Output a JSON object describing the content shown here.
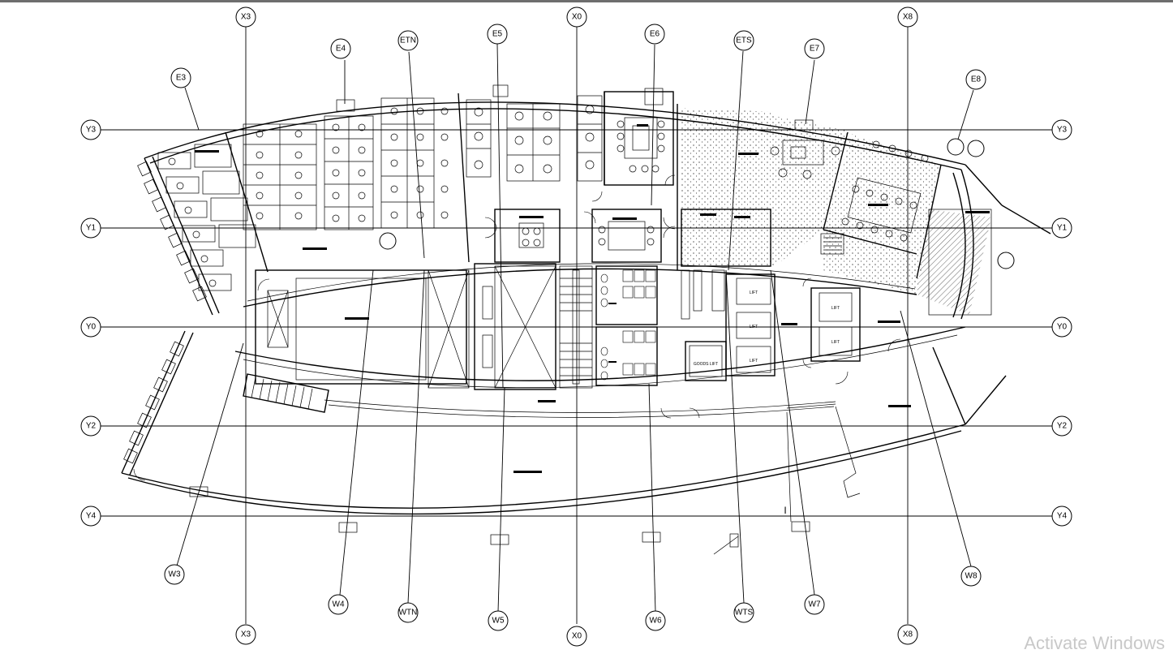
{
  "grid": {
    "vertical": [
      {
        "id": "X3",
        "top": "X3",
        "bottom": "X3"
      },
      {
        "id": "X0",
        "top": "X0",
        "bottom": "X0"
      },
      {
        "id": "X8",
        "top": "X8",
        "bottom": "X8"
      }
    ],
    "horizontal": [
      {
        "id": "Y3",
        "left": "Y3",
        "right": "Y3"
      },
      {
        "id": "Y1",
        "left": "Y1",
        "right": "Y1"
      },
      {
        "id": "Y0",
        "left": "Y0",
        "right": "Y0"
      },
      {
        "id": "Y2",
        "left": "Y2",
        "right": "Y2"
      },
      {
        "id": "Y4",
        "left": "Y4",
        "right": "Y4"
      }
    ],
    "east_bubbles": [
      "E3",
      "E4",
      "ETN",
      "E5",
      "E6",
      "ETS",
      "E7",
      "E8"
    ],
    "west_bubbles": [
      "W3",
      "W4",
      "WTN",
      "W5",
      "W6",
      "WTS",
      "W7",
      "W8"
    ]
  },
  "rooms": {
    "lift_labels": [
      "LIFT",
      "LIFT",
      "LIFT",
      "LIFT",
      "LIFT"
    ],
    "goods_lift": "GOODS LIFT",
    "marker": "I"
  },
  "watermark": "Activate Windows"
}
